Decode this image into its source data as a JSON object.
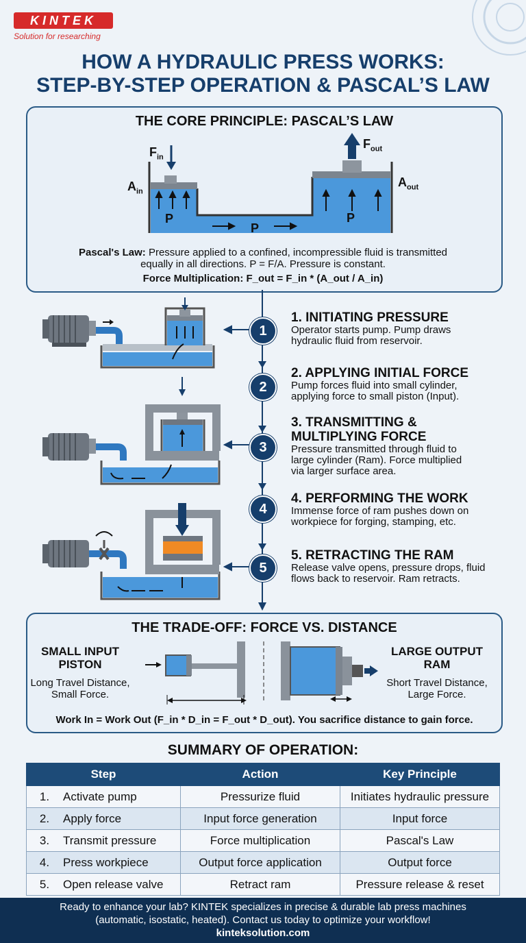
{
  "brand": {
    "name": "KINTEK",
    "tagline": "Solution for researching"
  },
  "title_line1": "HOW A HYDRAULIC PRESS WORKS:",
  "title_line2": "STEP-BY-STEP OPERATION & PASCAL’S LAW",
  "principle": {
    "heading": "THE CORE PRINCIPLE: PASCAL’S LAW",
    "f_in": "F",
    "f_in_sub": "in",
    "a_in": "A",
    "a_in_sub": "in",
    "f_out": "F",
    "f_out_sub": "out",
    "a_out": "A",
    "a_out_sub": "out",
    "p_label": "P",
    "law_bold": "Pascal's Law:",
    "law_text": " Pressure applied to a confined, incompressible fluid is transmitted",
    "law_text2": "equally in all directions. P = F/A. Pressure is constant.",
    "mult_bold": "Force Multiplication:",
    "mult_formula": "F_out = F_in * (A_out / A_in)"
  },
  "steps": [
    {
      "n": "1",
      "title": "1. INITIATING PRESSURE",
      "desc1": "Operator starts pump. Pump draws",
      "desc2": "hydraulic fluid from reservoir.",
      "desc3": ""
    },
    {
      "n": "2",
      "title": "2. APPLYING INITIAL FORCE",
      "desc1": "Pump forces fluid into small cylinder,",
      "desc2": "applying force to small piston (Input).",
      "desc3": ""
    },
    {
      "n": "3",
      "title": "3. TRANSMITTING &",
      "title2": "MULTIPLYING FORCE",
      "desc1": "Pressure transmitted through fluid to",
      "desc2": "large cylinder (Ram). Force multiplied",
      "desc3": "via larger surface area."
    },
    {
      "n": "4",
      "title": "4. PERFORMING THE WORK",
      "desc1": "Immense force of ram pushes down on",
      "desc2": "workpiece for forging, stamping, etc.",
      "desc3": ""
    },
    {
      "n": "5",
      "title": "5. RETRACTING THE RAM",
      "desc1": "Release valve opens, pressure drops, fluid",
      "desc2": "flows back to reservoir. Ram retracts.",
      "desc3": ""
    }
  ],
  "tradeoff": {
    "heading": "THE TRADE-OFF: FORCE VS. DISTANCE",
    "left_title1": "SMALL INPUT",
    "left_title2": "PISTON",
    "left_desc1": "Long Travel Distance,",
    "left_desc2": "Small Force.",
    "right_title1": "LARGE OUTPUT",
    "right_title2": "RAM",
    "right_desc1": "Short Travel Distance,",
    "right_desc2": "Large Force.",
    "work": "Work In = Work Out (F_in * D_in = F_out * D_out). You sacrifice distance to gain force."
  },
  "summary": {
    "heading": "SUMMARY OF OPERATION:",
    "headers": [
      "Step",
      "Action",
      "Key Principle"
    ],
    "rows": [
      [
        "1.",
        "Activate pump",
        "Pressurize fluid",
        "Initiates hydraulic pressure"
      ],
      [
        "2.",
        "Apply force",
        "Input force generation",
        "Input force"
      ],
      [
        "3.",
        "Transmit pressure",
        "Force multiplication",
        "Pascal's Law"
      ],
      [
        "4.",
        "Press workpiece",
        "Output force application",
        "Output force"
      ],
      [
        "5.",
        "Open release valve",
        "Retract ram",
        "Pressure release & reset"
      ]
    ]
  },
  "footer": {
    "line1": "Ready to enhance your lab? KINTEK specializes in precise & durable lab press machines",
    "line2": "(automatic, isostatic, heated). Contact us today to optimize your workflow!",
    "site": "kinteksolution.com"
  },
  "colors": {
    "navy": "#163e6b",
    "fluid": "#3d8fd6",
    "metal": "#9aa3ad",
    "accent": "#d62a2a",
    "workpiece": "#f08a24"
  }
}
